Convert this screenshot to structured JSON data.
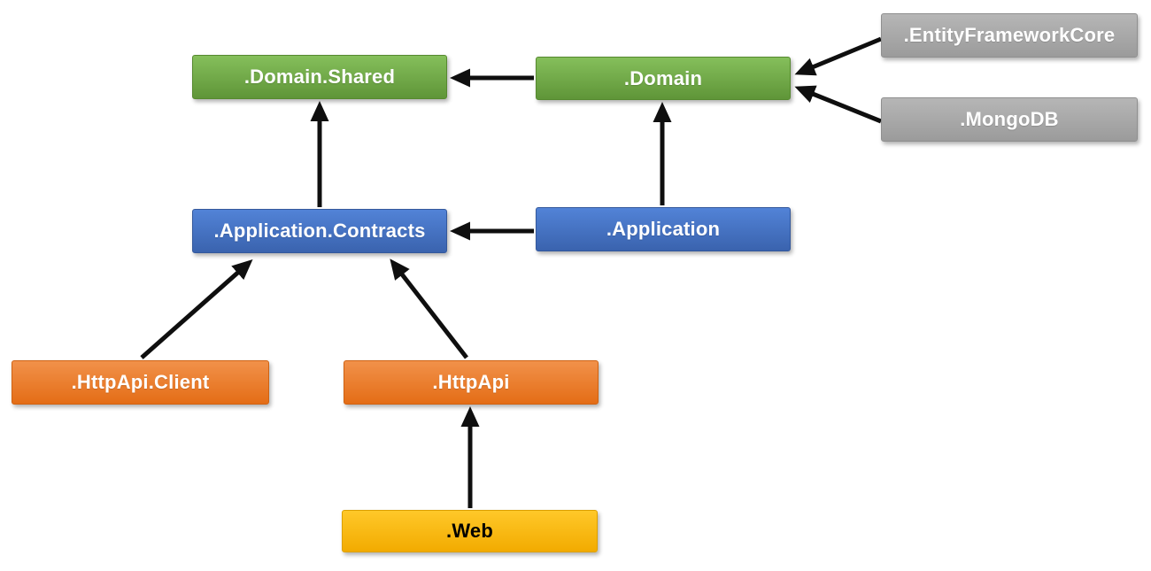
{
  "diagram": {
    "background": "#ffffff",
    "arrow_color": "#0f0f0f",
    "nodes": [
      {
        "id": "domain-shared",
        "label": ".Domain.Shared",
        "palette": "green",
        "fill_top": "#85bf5b",
        "fill_bottom": "#5f9538",
        "border": "#56892f",
        "text_color": "#ffffff"
      },
      {
        "id": "domain",
        "label": ".Domain",
        "palette": "green",
        "fill_top": "#85bf5b",
        "fill_bottom": "#5f9538",
        "border": "#56892f",
        "text_color": "#ffffff"
      },
      {
        "id": "entity-framework-core",
        "label": ".EntityFrameworkCore",
        "palette": "gray",
        "fill_top": "#b6b6b6",
        "fill_bottom": "#9b9b9b",
        "border": "#8f8f8f",
        "text_color": "#ffffff"
      },
      {
        "id": "mongodb",
        "label": ".MongoDB",
        "palette": "gray",
        "fill_top": "#b6b6b6",
        "fill_bottom": "#9b9b9b",
        "border": "#8f8f8f",
        "text_color": "#ffffff"
      },
      {
        "id": "application-contracts",
        "label": ".Application.Contracts",
        "palette": "blue",
        "fill_top": "#5283d7",
        "fill_bottom": "#3a63ae",
        "border": "#33589c",
        "text_color": "#ffffff"
      },
      {
        "id": "application",
        "label": ".Application",
        "palette": "blue",
        "fill_top": "#5283d7",
        "fill_bottom": "#3a63ae",
        "border": "#33589c",
        "text_color": "#ffffff"
      },
      {
        "id": "httpapi-client",
        "label": ".HttpApi.Client",
        "palette": "orange",
        "fill_top": "#f1914a",
        "fill_bottom": "#e46d16",
        "border": "#cf6212",
        "text_color": "#ffffff"
      },
      {
        "id": "httpapi",
        "label": ".HttpApi",
        "palette": "orange",
        "fill_top": "#f1914a",
        "fill_bottom": "#e46d16",
        "border": "#cf6212",
        "text_color": "#ffffff"
      },
      {
        "id": "web",
        "label": ".Web",
        "palette": "gold",
        "fill_top": "#ffc829",
        "fill_bottom": "#f2ab00",
        "border": "#dca000",
        "text_color": "#000000"
      }
    ],
    "edges": [
      {
        "from": "domain",
        "to": "domain-shared"
      },
      {
        "from": "entity-framework-core",
        "to": "domain"
      },
      {
        "from": "mongodb",
        "to": "domain"
      },
      {
        "from": "application-contracts",
        "to": "domain-shared"
      },
      {
        "from": "application",
        "to": "domain"
      },
      {
        "from": "application",
        "to": "application-contracts"
      },
      {
        "from": "httpapi-client",
        "to": "application-contracts"
      },
      {
        "from": "httpapi",
        "to": "application-contracts"
      },
      {
        "from": "web",
        "to": "httpapi"
      }
    ]
  }
}
